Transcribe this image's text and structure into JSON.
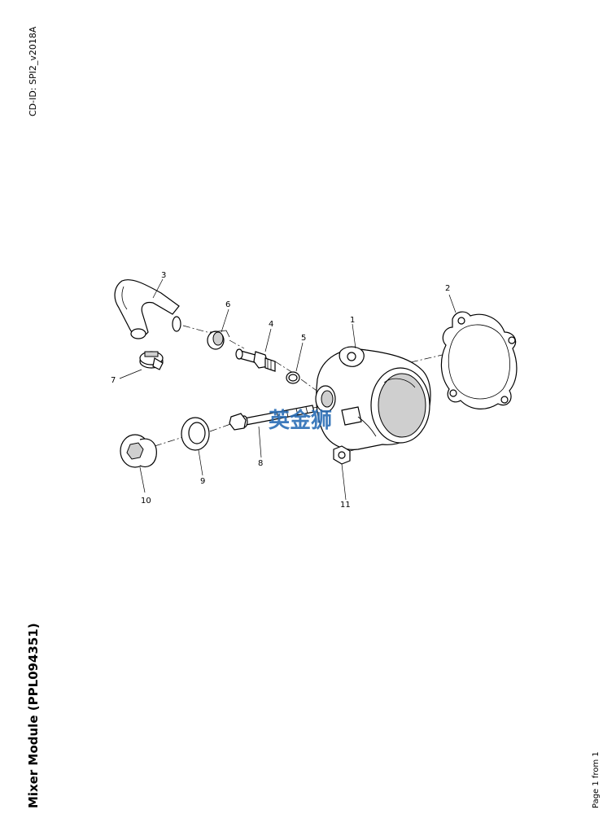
{
  "document": {
    "id_label": "CD-ID: SPI2_v2018A",
    "title": "Mixer Module (PPL094351)",
    "page_label": "Page 1 from 1"
  },
  "watermark": {
    "text": "英金狮",
    "color": "#2a6db5"
  },
  "callouts": {
    "c1": "1",
    "c2": "2",
    "c3": "3",
    "c4": "4",
    "c5": "5",
    "c6": "6",
    "c7": "7",
    "c8": "8",
    "c9": "9",
    "c10": "10",
    "c11": "11"
  }
}
